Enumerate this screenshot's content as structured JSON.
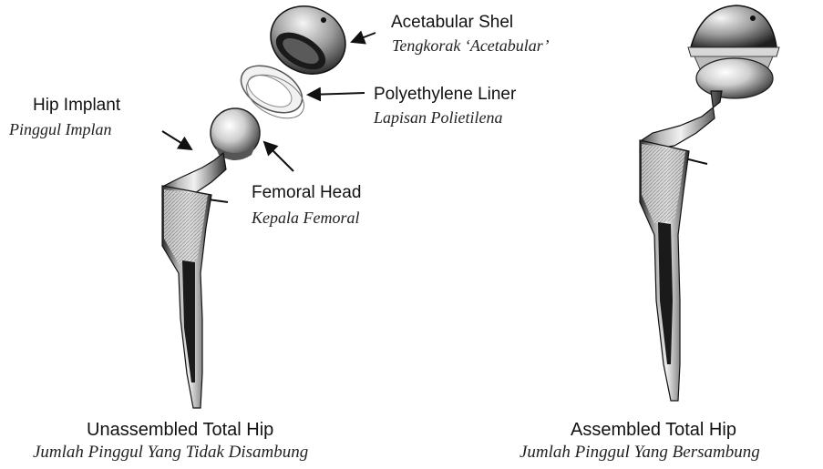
{
  "labels": {
    "acetabular_shell": {
      "en": "Acetabular Shel",
      "ms": "Tengkorak ‘Acetabular’"
    },
    "polyethylene_liner": {
      "en": "Polyethylene Liner",
      "ms": "Lapisan Polietilena"
    },
    "hip_implant": {
      "en": "Hip Implant",
      "ms": "Pinggul Implan"
    },
    "femoral_head": {
      "en": "Femoral Head",
      "ms": "Kepala Femoral"
    }
  },
  "captions": {
    "unassembled": {
      "en": "Unassembled Total Hip",
      "ms": "Jumlah Pinggul Yang Tidak Disambung"
    },
    "assembled": {
      "en": "Assembled Total Hip",
      "ms": "Jumlah Pinggul Yang Bersambung"
    }
  },
  "colors": {
    "ink": "#111111",
    "metal_dark": "#2a2a2a",
    "metal_mid": "#8a8a8a",
    "metal_light": "#e6e6e6"
  }
}
